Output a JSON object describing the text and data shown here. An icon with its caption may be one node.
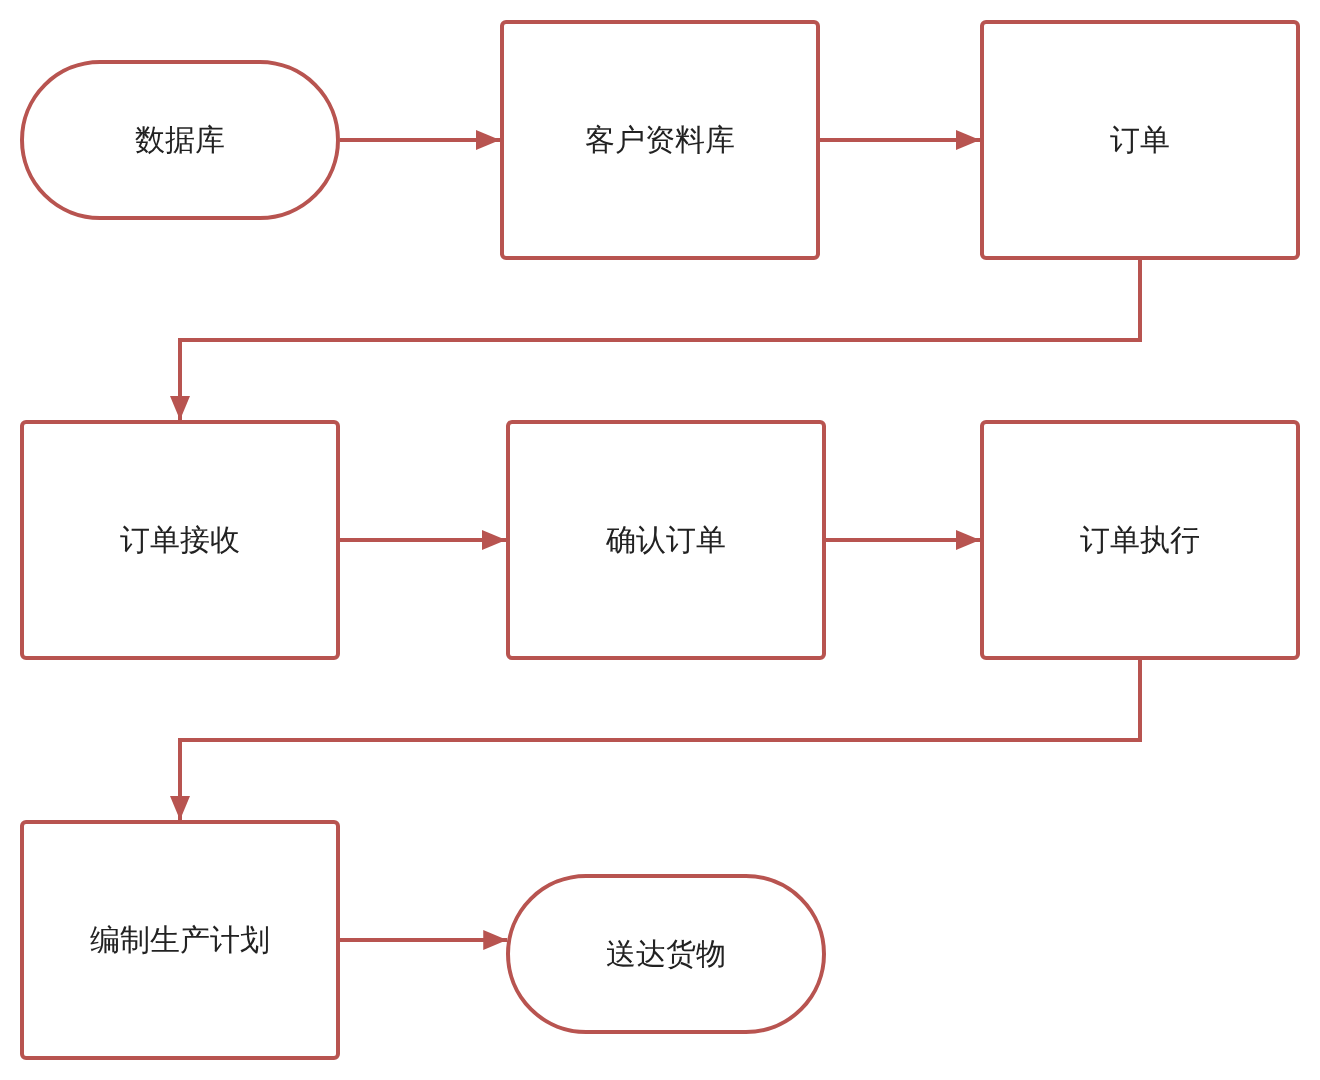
{
  "diagram": {
    "nodes": [
      {
        "text": [
          "数据库"
        ]
      },
      {
        "text": [
          "客户资料库"
        ]
      },
      {
        "text": [
          "订单"
        ]
      },
      {
        "text": [
          "订单接收"
        ]
      },
      {
        "text": [
          "确认订单"
        ]
      },
      {
        "text": [
          "订单执行"
        ]
      },
      {
        "text": [
          "编制生产计划"
        ]
      },
      {
        "text": [
          "送达货物"
        ]
      }
    ],
    "edges": [
      {
        "from": 0,
        "to": 1,
        "arrow": "to"
      },
      {
        "from": 1,
        "to": 2,
        "arrow": "to"
      },
      {
        "from": 2,
        "to": 3,
        "arrow": "to"
      },
      {
        "from": 3,
        "to": 4,
        "arrow": "to"
      },
      {
        "from": 4,
        "to": 5,
        "arrow": "to"
      },
      {
        "from": 5,
        "to": 6,
        "arrow": "to"
      },
      {
        "from": 6,
        "to": 7,
        "arrow": "to"
      }
    ]
  }
}
